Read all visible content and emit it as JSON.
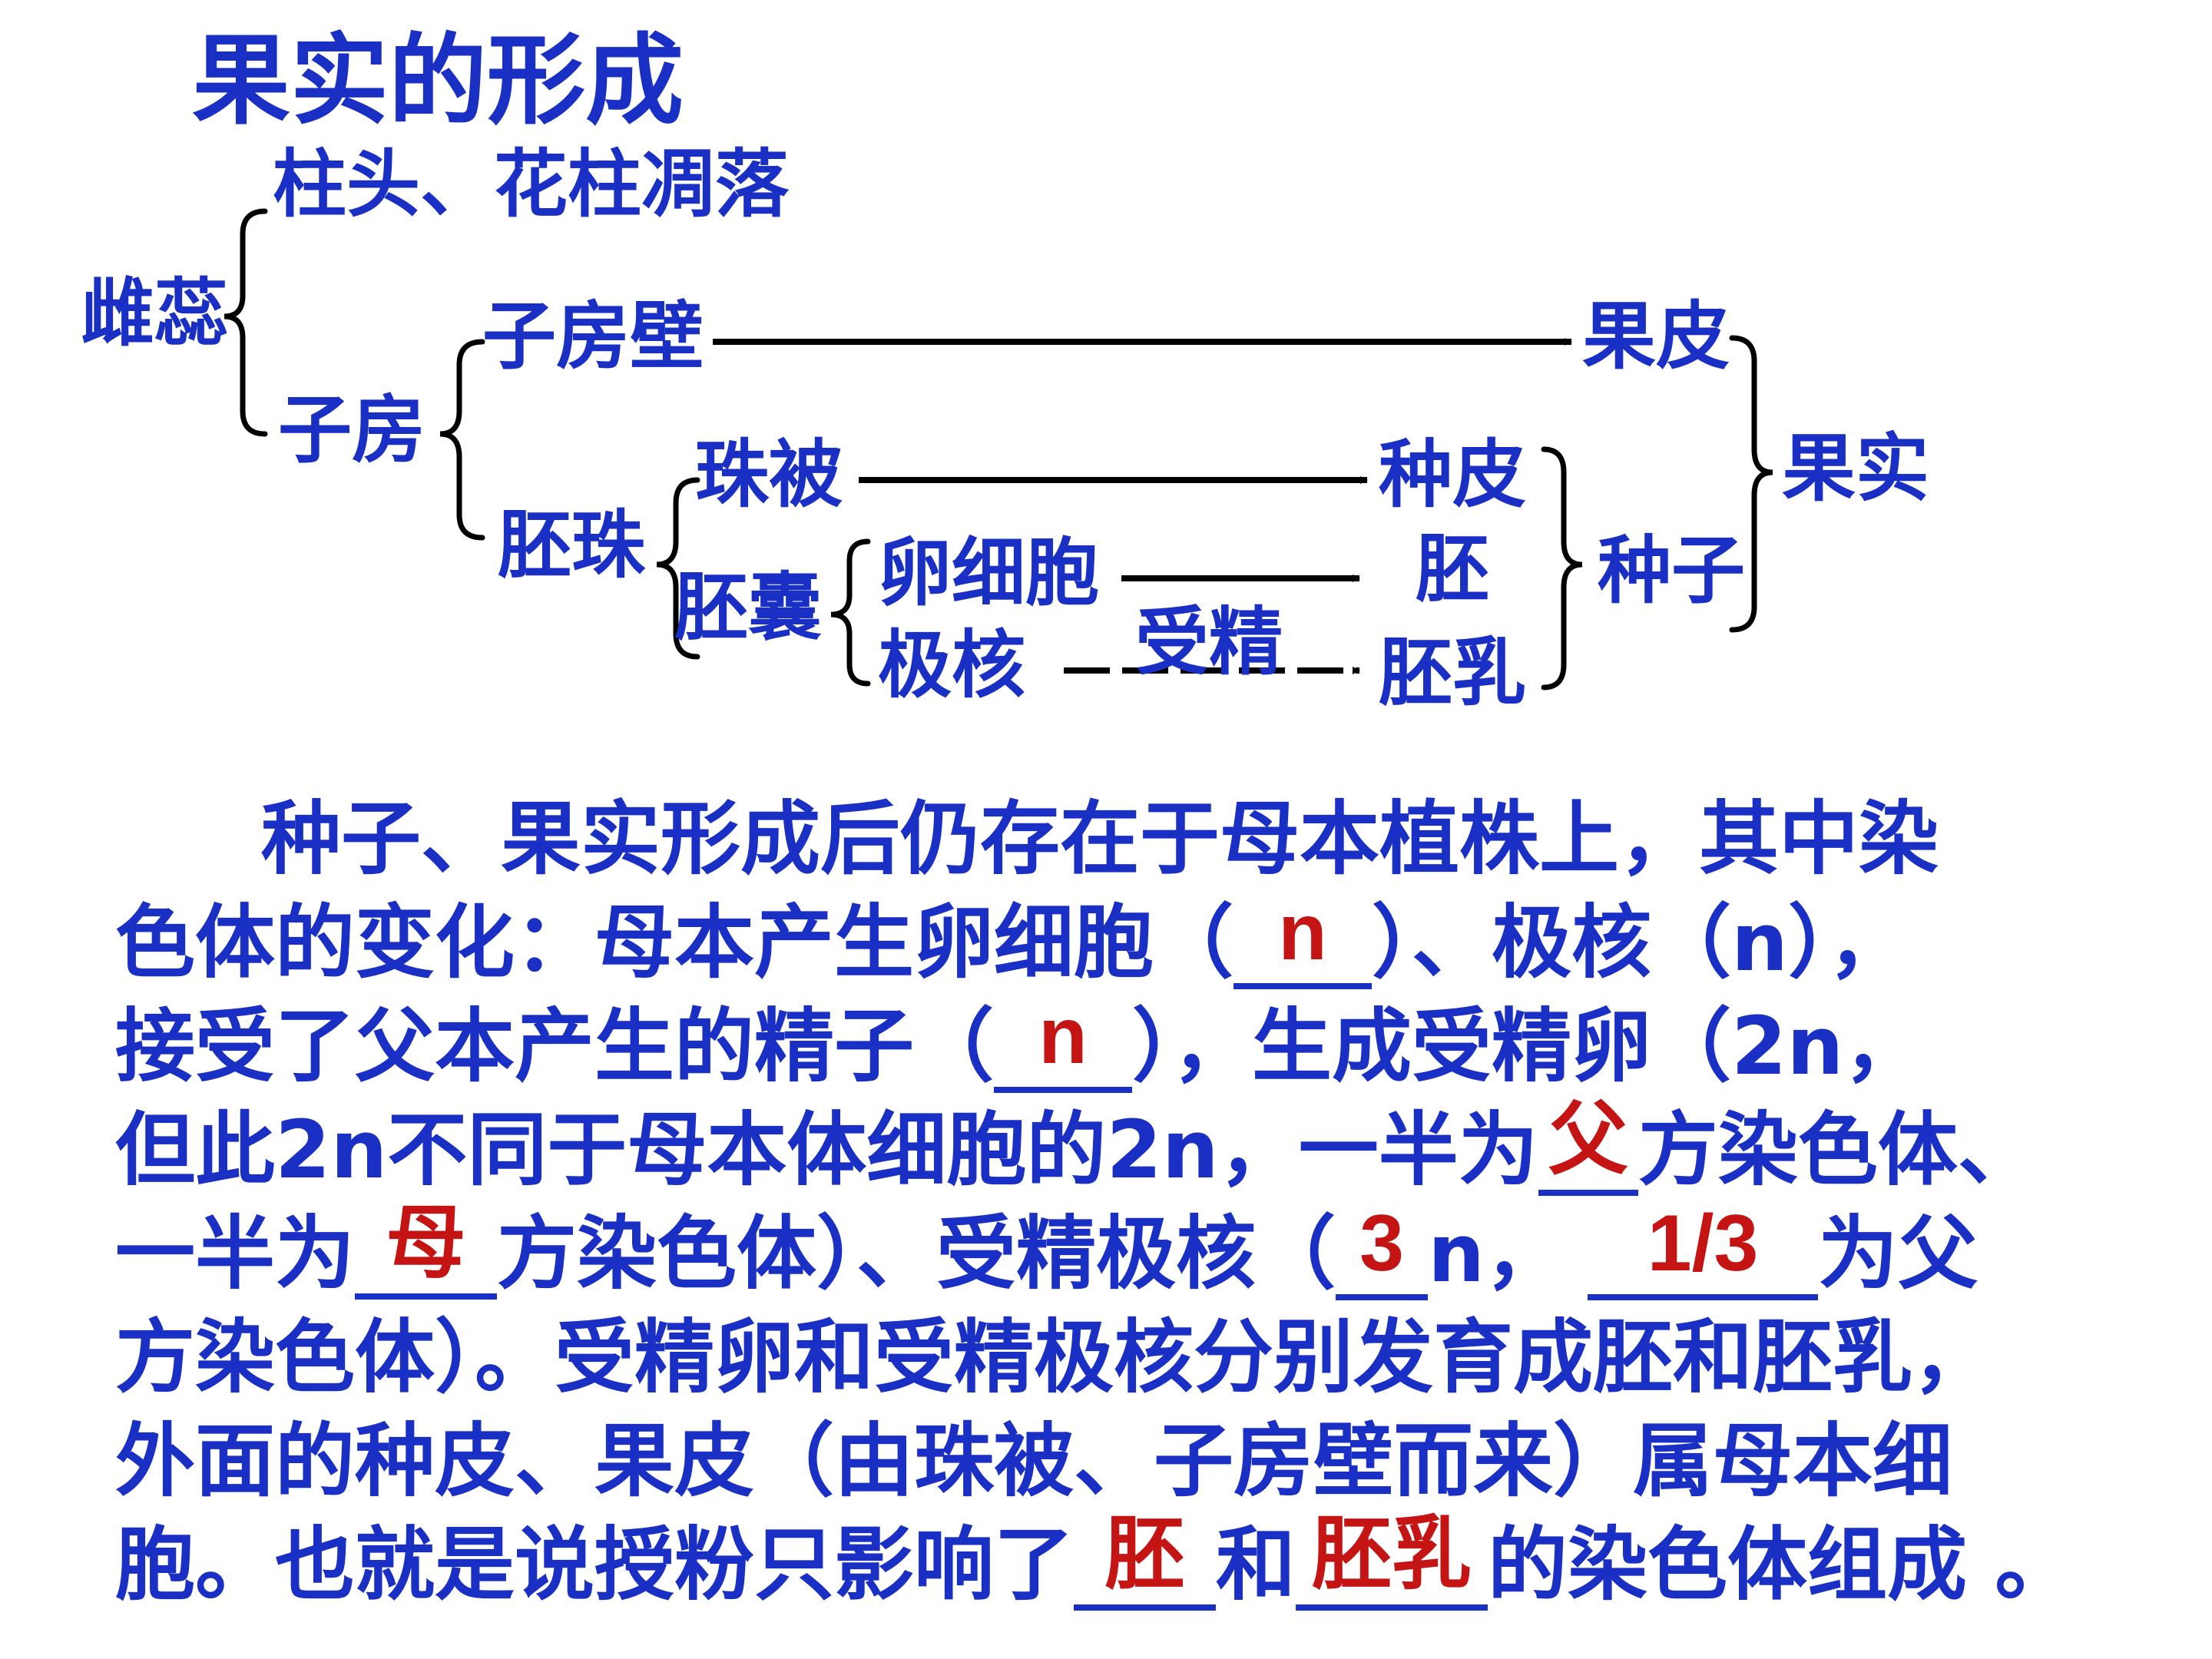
{
  "title": "果实的形成",
  "diagram": {
    "pistil": "雌蕊",
    "stigma_style": "柱头、花柱凋落",
    "ovary": "子房",
    "ovary_wall": "子房壁",
    "ovule": "胚珠",
    "integument": "珠被",
    "embryo_sac": "胚囊",
    "egg_cell": "卵细胞",
    "polar_nuclei": "极核",
    "fertilization": "受精",
    "pericarp": "果皮",
    "seed_coat": "种皮",
    "embryo": "胚",
    "endosperm": "胚乳",
    "seed": "种子",
    "fruit": "果实"
  },
  "paragraph": {
    "l1": "种子、果实形成后仍存在于母本植株上，其中染",
    "l2a": "色体的变化：母本产生卵细胞（",
    "ans1": "n",
    "l2b": "）、极核（n），",
    "l3a": "接受了父本产生的精子（",
    "ans2": "n",
    "l3b": "），生成受精卵（2n，",
    "l4a": "但此2n不同于母本体细胞的2n，一半为",
    "ans3": "父",
    "l4b": "方染色体、",
    "l5a": "一半为",
    "ans4": "母",
    "l5b": "方染色体）、受精极核（",
    "ans5": "3",
    "l5c": "n，",
    "ans6": "1/3",
    "l5d": "为父",
    "l6": "方染色体）。受精卵和受精极核分别发育成胚和胚乳，",
    "l7": "外面的种皮、果皮（由珠被、子房壁而来）属母本细",
    "l8a": "胞。也就是说授粉只影响了",
    "ans7": "胚",
    "l8b": "和",
    "ans8": "胚乳",
    "l8c": "的染色体组成 。"
  },
  "colors": {
    "text": "#1a2fc4",
    "answer": "#c41414",
    "lines": "#000000"
  }
}
